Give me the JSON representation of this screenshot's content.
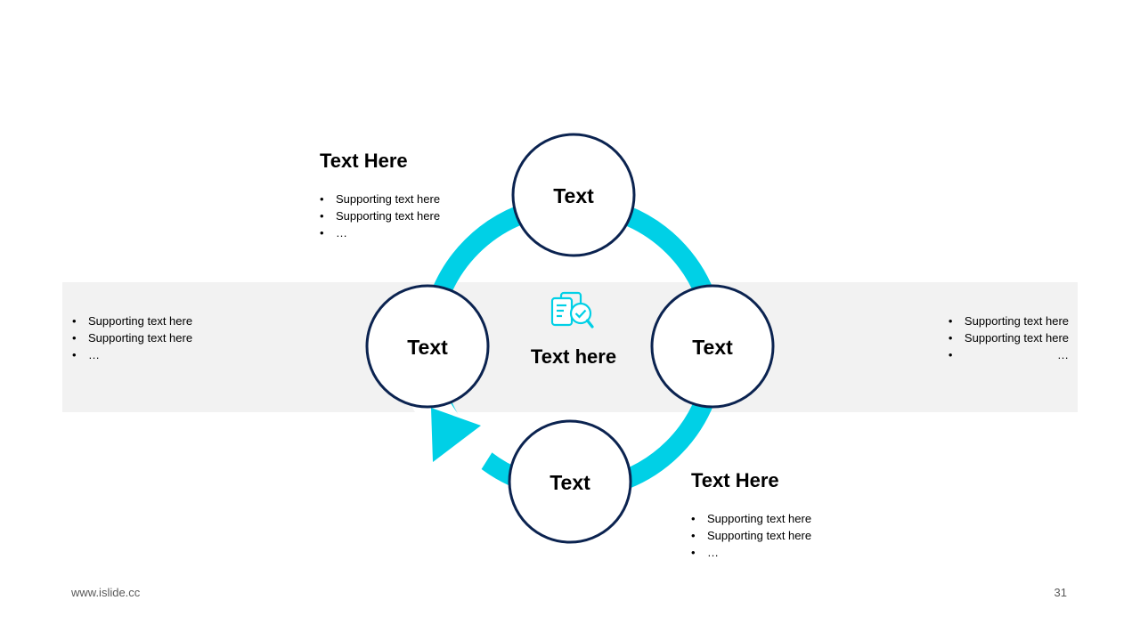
{
  "colors": {
    "accent": "#00d0e6",
    "node_border": "#0b2350",
    "band": "#f2f2f2"
  },
  "nodes": {
    "top": "Text",
    "left": "Text",
    "right": "Text",
    "bottom": "Text"
  },
  "center": {
    "icon": "document-search-check-icon",
    "title": "Text here"
  },
  "top_left_block": {
    "heading": "Text Here",
    "bullets": [
      "Supporting  text here",
      "Supporting  text here",
      "…"
    ]
  },
  "bottom_right_block": {
    "heading": "Text Here",
    "bullets": [
      "Supporting  text here",
      "Supporting  text here",
      "…"
    ]
  },
  "left_band_bullets": [
    "Supporting  text here",
    "Supporting  text here",
    "…"
  ],
  "right_band_bullets": [
    "Supporting  text here",
    "Supporting  text here",
    "…"
  ],
  "footer": {
    "website": "www.islide.cc",
    "page_number": "31"
  }
}
